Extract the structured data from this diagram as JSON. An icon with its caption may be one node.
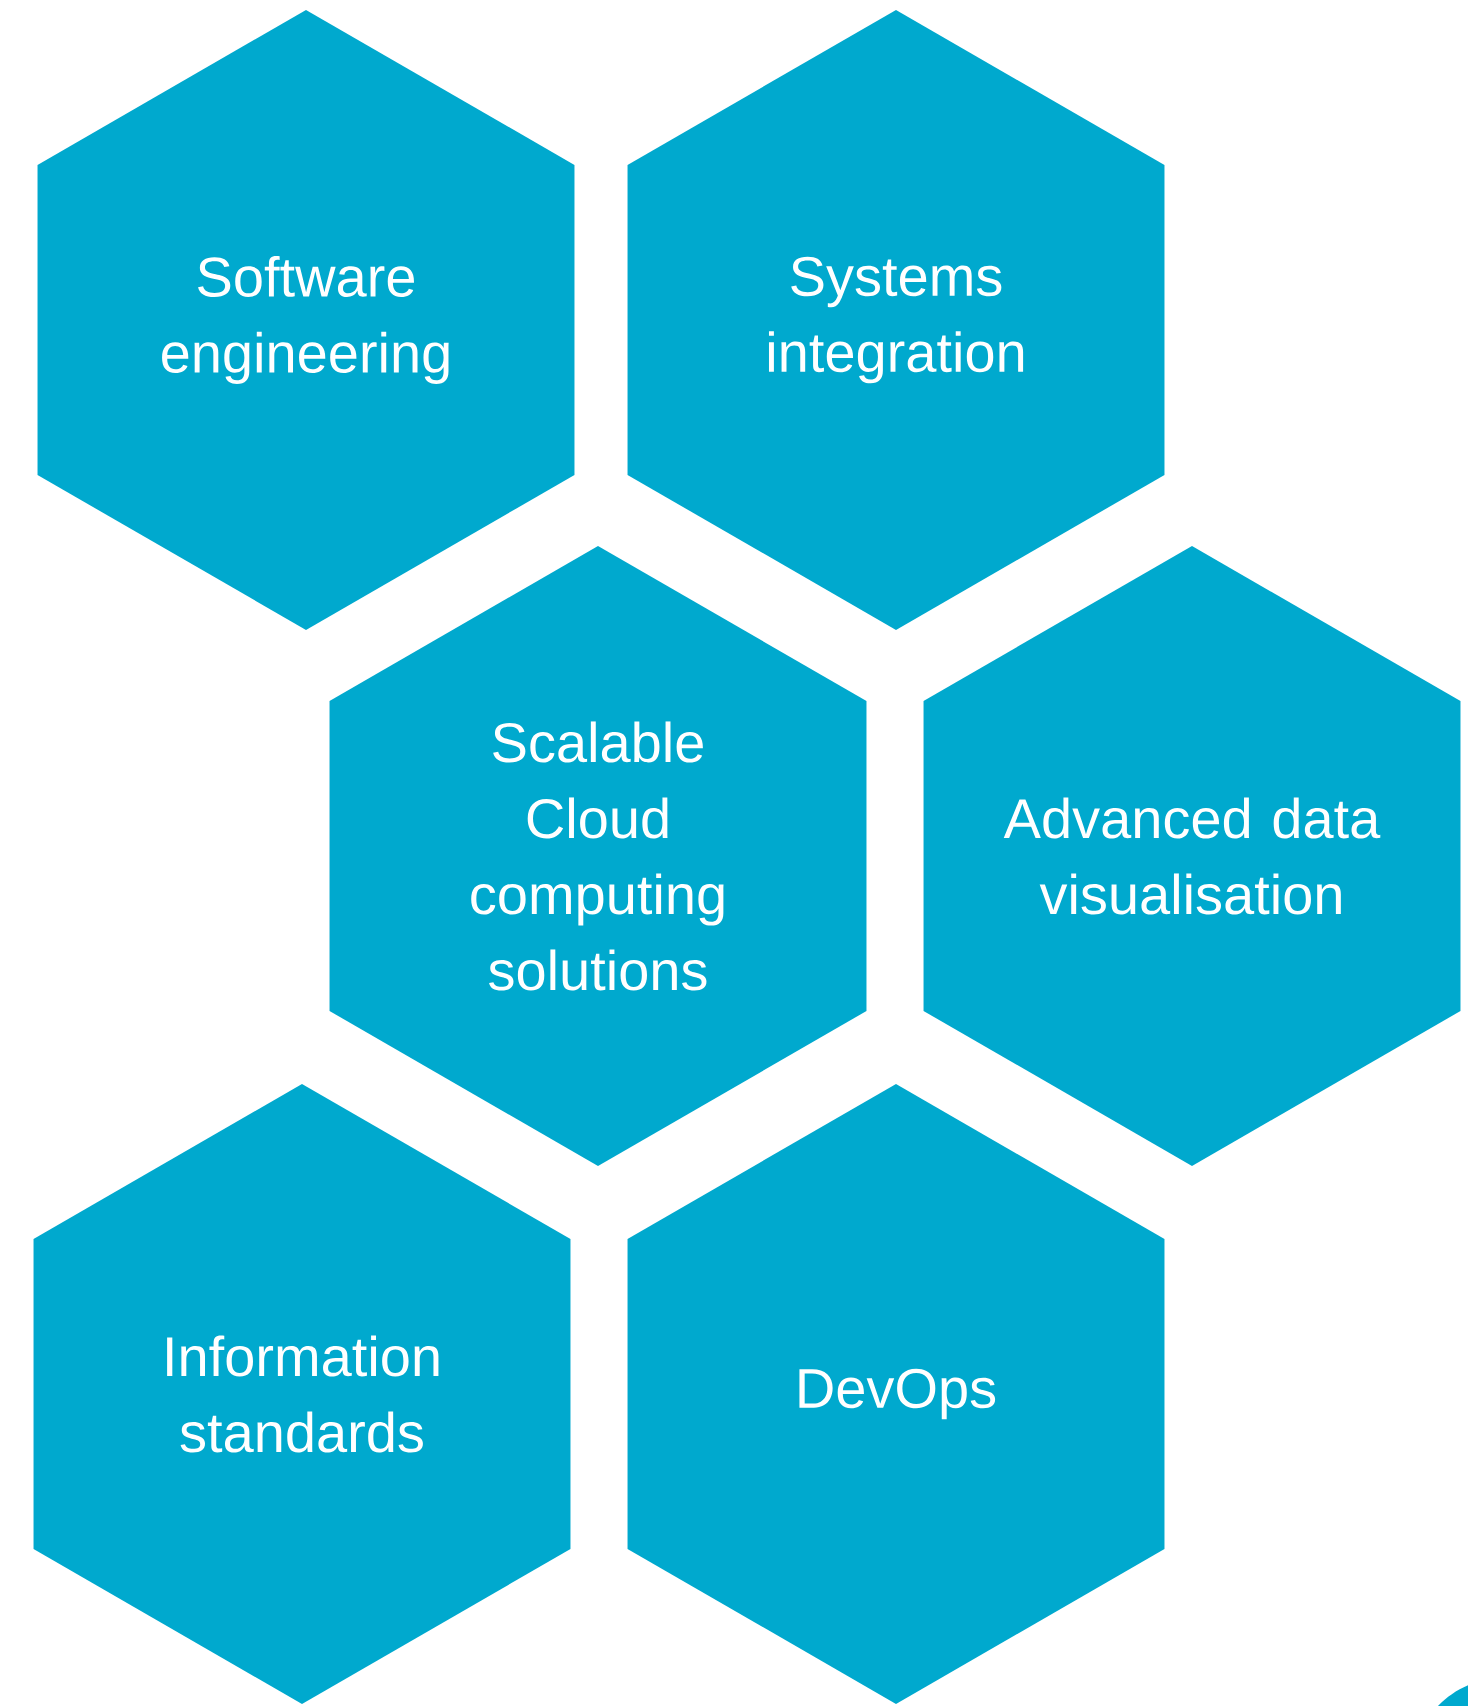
{
  "diagram": {
    "nodes": [
      {
        "text": [
          "Software engineering"
        ]
      },
      {
        "text": [
          "Systems integration"
        ]
      },
      {
        "text": [
          "Scalable Cloud computing solutions"
        ]
      },
      {
        "text": [
          "Advanced data visualisation"
        ]
      },
      {
        "text": [
          "Information standards"
        ]
      },
      {
        "text": [
          "DevOps"
        ]
      }
    ]
  }
}
